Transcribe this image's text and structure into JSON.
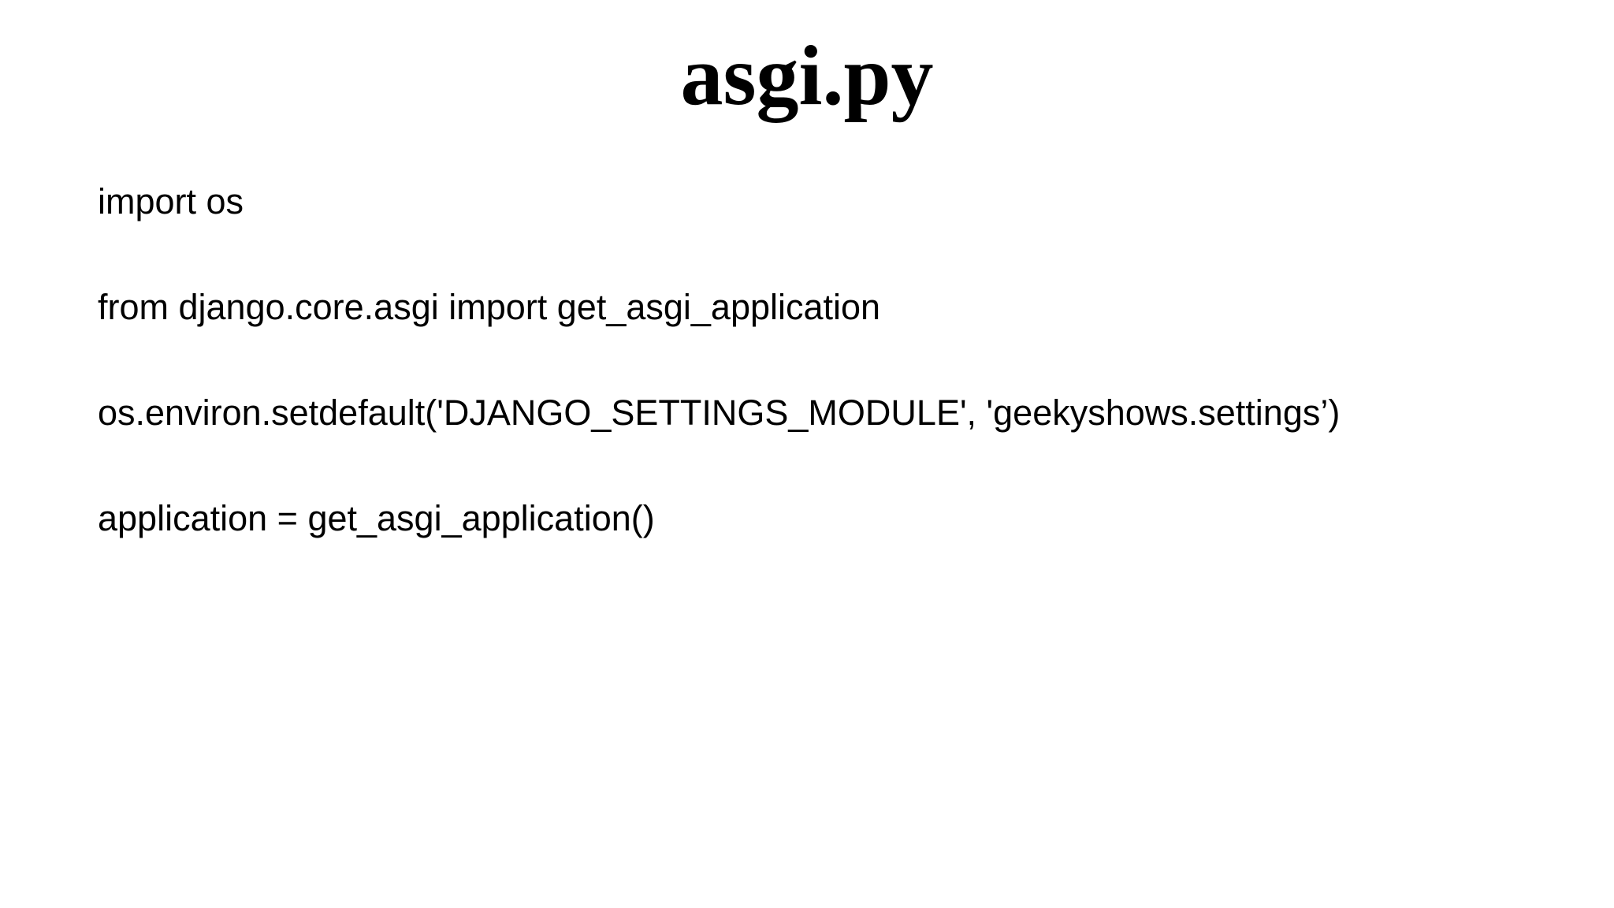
{
  "slide": {
    "title": "asgi.py",
    "lines": [
      "import os",
      "from django.core.asgi import get_asgi_application",
      "os.environ.setdefault('DJANGO_SETTINGS_MODULE', 'geekyshows.settings’)",
      "application = get_asgi_application()"
    ]
  }
}
